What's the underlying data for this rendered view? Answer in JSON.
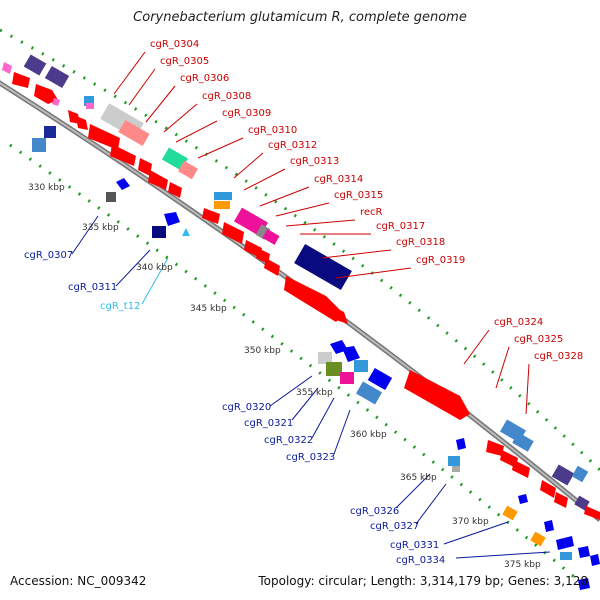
{
  "title": "Corynebacterium glutamicum R, complete genome",
  "footer": {
    "accession": "Accession: NC_009342",
    "info": "Topology: circular; Length: 3,314,179 bp; Genes: 3,128"
  },
  "colors": {
    "backbone": "#888888",
    "tick_green": "#229922",
    "forward_label": "#cc0000",
    "reverse_label": "#0a1a99",
    "rna_label": "#33bbee",
    "kbp_label": "#333333"
  },
  "kbp_labels": [
    "330 kbp",
    "335 kbp",
    "340 kbp",
    "345 kbp",
    "350 kbp",
    "355 kbp",
    "360 kbp",
    "365 kbp",
    "370 kbp",
    "375 kbp"
  ],
  "forward_genes": [
    "cgR_0304",
    "cgR_0305",
    "cgR_0306",
    "cgR_0308",
    "cgR_0309",
    "cgR_0310",
    "cgR_0312",
    "cgR_0313",
    "cgR_0314",
    "cgR_0315",
    "recR",
    "cgR_0317",
    "cgR_0318",
    "cgR_0319",
    "cgR_0324",
    "cgR_0325",
    "cgR_0328"
  ],
  "reverse_genes": [
    "cgR_0307",
    "cgR_0311",
    "cgR_t12",
    "cgR_0320",
    "cgR_0321",
    "cgR_0322",
    "cgR_0323",
    "cgR_0326",
    "cgR_0327",
    "cgR_0331",
    "cgR_0334"
  ]
}
